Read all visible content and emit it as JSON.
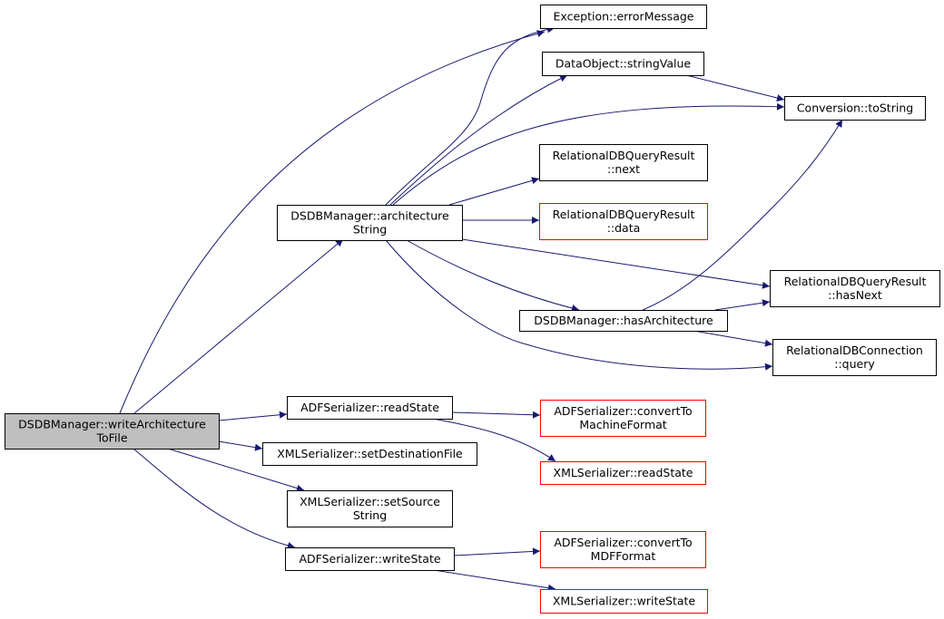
{
  "colors": {
    "edge": "#191970",
    "node_border": "#000000",
    "node_border_missing": "#ff0000",
    "root_fill": "#bfbfbf",
    "root_border": "#000000",
    "node_fill": "#ffffff"
  },
  "nodes": {
    "root": {
      "lines": [
        "DSDBManager::writeArchitecture",
        "ToFile"
      ],
      "status": "root"
    },
    "exc": {
      "lines": [
        "Exception::errorMessage"
      ],
      "status": "normal"
    },
    "dos": {
      "lines": [
        "DataObject::stringValue"
      ],
      "status": "normal"
    },
    "conv": {
      "lines": [
        "Conversion::toString"
      ],
      "status": "normal"
    },
    "rnext": {
      "lines": [
        "RelationalDBQueryResult",
        "::next"
      ],
      "status": "normal"
    },
    "arch": {
      "lines": [
        "DSDBManager::architecture",
        "String"
      ],
      "status": "normal"
    },
    "rdata": {
      "lines": [
        "RelationalDBQueryResult",
        "::data"
      ],
      "status": "missing"
    },
    "rhas": {
      "lines": [
        "RelationalDBQueryResult",
        "::hasNext"
      ],
      "status": "normal"
    },
    "hasarch": {
      "lines": [
        "DSDBManager::hasArchitecture"
      ],
      "status": "normal"
    },
    "query": {
      "lines": [
        "RelationalDBConnection",
        "::query"
      ],
      "status": "normal"
    },
    "adfread": {
      "lines": [
        "ADFSerializer::readState"
      ],
      "status": "normal"
    },
    "adfconvm": {
      "lines": [
        "ADFSerializer::convertTo",
        "MachineFormat"
      ],
      "status": "missing"
    },
    "xmldest": {
      "lines": [
        "XMLSerializer::setDestinationFile"
      ],
      "status": "normal"
    },
    "xmlread": {
      "lines": [
        "XMLSerializer::readState"
      ],
      "status": "missing"
    },
    "xmlsrc": {
      "lines": [
        "XMLSerializer::setSource",
        "String"
      ],
      "status": "normal"
    },
    "adfconvmdf": {
      "lines": [
        "ADFSerializer::convertTo",
        "MDFFormat"
      ],
      "status": "missing"
    },
    "adfwrite": {
      "lines": [
        "ADFSerializer::writeState"
      ],
      "status": "normal"
    },
    "xmlwrite": {
      "lines": [
        "XMLSerializer::writeState"
      ],
      "status": "missing"
    }
  },
  "edges": [
    [
      "root",
      "exc"
    ],
    [
      "root",
      "arch"
    ],
    [
      "root",
      "adfread"
    ],
    [
      "root",
      "xmldest"
    ],
    [
      "root",
      "xmlsrc"
    ],
    [
      "root",
      "adfwrite"
    ],
    [
      "arch",
      "exc"
    ],
    [
      "arch",
      "dos"
    ],
    [
      "arch",
      "conv"
    ],
    [
      "arch",
      "rnext"
    ],
    [
      "arch",
      "rdata"
    ],
    [
      "arch",
      "rhas"
    ],
    [
      "arch",
      "hasarch"
    ],
    [
      "arch",
      "query"
    ],
    [
      "dos",
      "conv"
    ],
    [
      "hasarch",
      "conv"
    ],
    [
      "hasarch",
      "rhas"
    ],
    [
      "hasarch",
      "query"
    ],
    [
      "adfread",
      "adfconvm"
    ],
    [
      "adfread",
      "xmlread"
    ],
    [
      "adfwrite",
      "adfconvmdf"
    ],
    [
      "adfwrite",
      "xmlwrite"
    ]
  ]
}
